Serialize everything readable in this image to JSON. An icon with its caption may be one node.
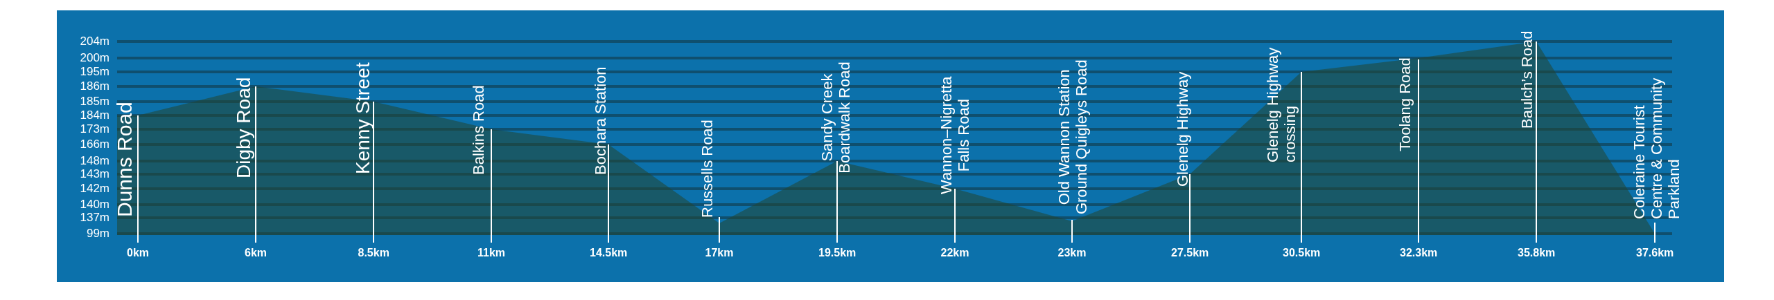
{
  "diagram": {
    "labels": [
      "204m",
      "200m",
      "195m",
      "186m",
      "185m",
      "184m",
      "173m",
      "166m",
      "148m",
      "143m",
      "142m",
      "140m",
      "137m",
      "99m",
      "Dunns Road",
      "Digby Road",
      "Kenny Street",
      "Balkins Road",
      "Bochara Station",
      "Russells Road",
      "Sandy Creek Boardwalk Road",
      "Wannon–Nigretta Falls Road",
      "Old Wannon Station Ground Quigleys Road",
      "Glenelg Highway",
      "Glenelg Highway crossing",
      "Toolang Road",
      "Baulch’s Road",
      "Coleraine Tourist Centre & Community Parkland",
      "0km",
      "6km",
      "8.5km",
      "11km",
      "14.5km",
      "17km",
      "19.5km",
      "22km",
      "23km",
      "27.5km",
      "30.5km",
      "32.3km",
      "35.8km",
      "37.6km"
    ]
  }
}
